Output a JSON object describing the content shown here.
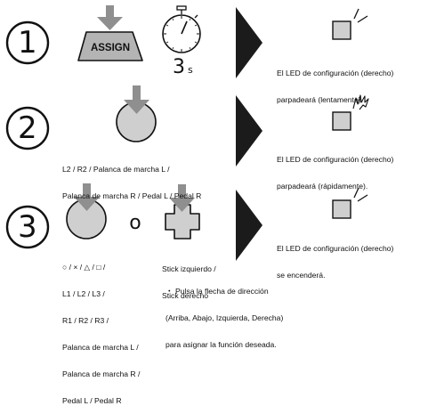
{
  "colors": {
    "ink": "#111111",
    "key_fill": "#b4b4b4",
    "arrow": "#8f8f8f",
    "led_fill": "#cfcfcf",
    "triangle": "#1b1b1b",
    "white": "#ffffff"
  },
  "icons": {
    "step_circle": "circled-number",
    "assign_key": "key-icon",
    "press_arrow": "down-arrow-icon",
    "stopwatch": "stopwatch-icon",
    "flow": "right-triangle-icon",
    "led": "led-square-icon",
    "round_button": "round-button-icon",
    "dpad": "dpad-icon"
  },
  "steps": [
    {
      "number": "1",
      "key_label": "ASSIGN",
      "hold_value": "3",
      "hold_unit": "s",
      "led_text": [
        "El LED de configuración (derecho)",
        "parpadeará (lentamente)."
      ]
    },
    {
      "number": "2",
      "inputs_text": [
        "L2 / R2 / Palanca de marcha L /",
        "Palanca de marcha R / Pedal L / Pedal R"
      ],
      "led_text": [
        "El LED de configuración (derecho)",
        "parpadeará (rápidamente)."
      ]
    },
    {
      "number": "3",
      "or_label": "o",
      "buttons_text": [
        "○ / × / △ / □ /",
        "L1 / L2 / L3 /",
        "R1 / R2 / R3 /",
        "Palanca de marcha L /",
        "Palanca de marcha R /",
        "Pedal L / Pedal R"
      ],
      "stick_text": [
        "Stick izquierdo /",
        "Stick derecho"
      ],
      "note_text": [
        "・ Pulsa la flecha de dirección",
        "(Arriba, Abajo, Izquierda, Derecha)",
        "para asignar la función deseada."
      ],
      "led_text": [
        "El LED de configuración (derecho)",
        "se encenderá."
      ]
    }
  ]
}
